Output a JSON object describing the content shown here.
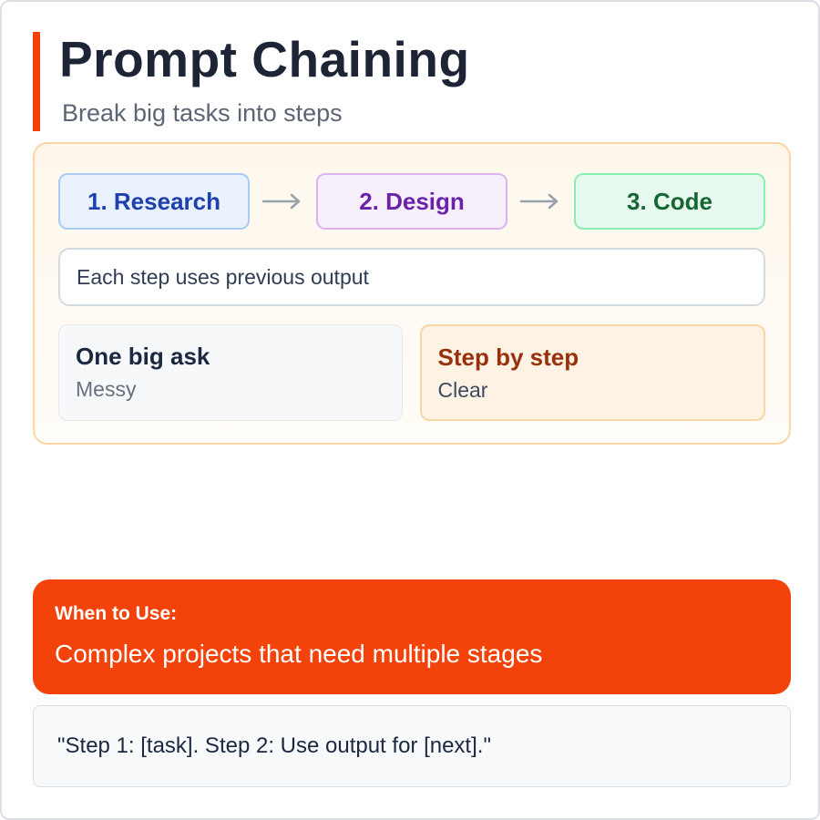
{
  "header": {
    "title": "Prompt Chaining",
    "subtitle": "Break big tasks into steps"
  },
  "flow": {
    "steps": [
      {
        "label": "1. Research",
        "text_color": "#1e40af",
        "bg": "#e9f1fd",
        "border": "#a9cbf3"
      },
      {
        "label": "2. Design",
        "text_color": "#6b21a8",
        "bg": "#f8effc",
        "border": "#ddb3ee"
      },
      {
        "label": "3. Code",
        "text_color": "#166534",
        "bg": "#e7f9ee",
        "border": "#8bedb1"
      }
    ],
    "note": "Each step uses previous output",
    "comparison": [
      {
        "title": "One big ask",
        "subtitle": "Messy",
        "bg": "#f6f8fa",
        "border": "#e4e8ec",
        "title_color": "#1b2840"
      },
      {
        "title": "Step by step",
        "subtitle": "Clear",
        "bg": "#fdf2e3",
        "border": "#f6d8a6",
        "title_color": "#97300c"
      }
    ]
  },
  "when_to_use": {
    "label": "When to Use:",
    "text": "Complex projects that need multiple stages",
    "bg": "#f4420b"
  },
  "example": {
    "text": "\"Step 1: [task]. Step 2: Use output for [next].\""
  },
  "colors": {
    "accent_orange": "#f4420b",
    "title_navy": "#1c2435",
    "subtitle_gray": "#5b6574",
    "panel_border": "#fad6a5",
    "panel_bg": "#fff7ec",
    "arrow_gray": "#98a0a9",
    "card_border": "#dce0e6"
  }
}
